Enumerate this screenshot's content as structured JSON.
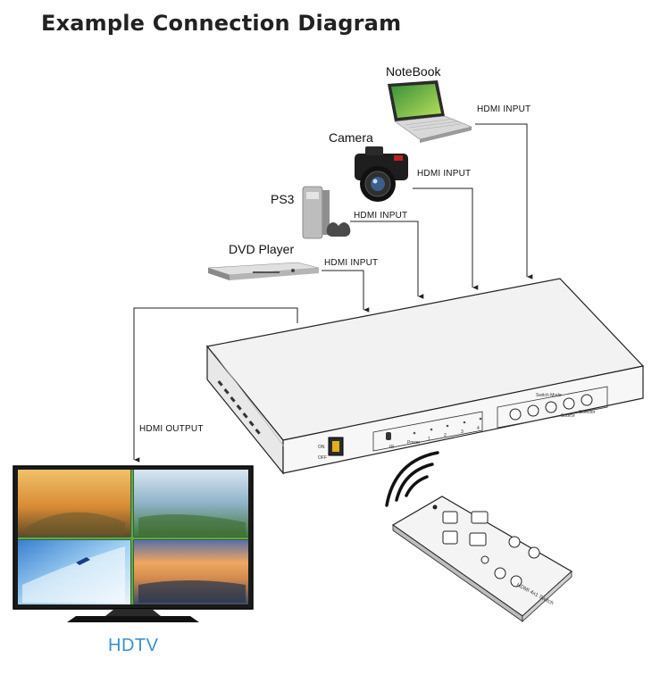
{
  "title": "Example Connection Diagram",
  "devices": {
    "notebook": "NoteBook",
    "camera": "Camera",
    "ps3": "PS3",
    "dvd_player": "DVD Player",
    "hdtv": "HDTV"
  },
  "connections": {
    "notebook_input": "HDMI INPUT",
    "camera_input": "HDMI INPUT",
    "ps3_input": "HDMI INPUT",
    "dvd_input": "HDMI INPUT",
    "output": "HDMI OUTPUT"
  },
  "switch_panel": {
    "onoff_on": "ON",
    "onoff_off": "OFF",
    "ir": "IR",
    "power": "Power",
    "port_1": "1",
    "port_2": "2",
    "port_3": "3",
    "port_4": "4",
    "switch_mode": "Switch Mode",
    "source": "Source",
    "selector": "Selector"
  },
  "remote_label": "HDMI 4x1 Switch"
}
